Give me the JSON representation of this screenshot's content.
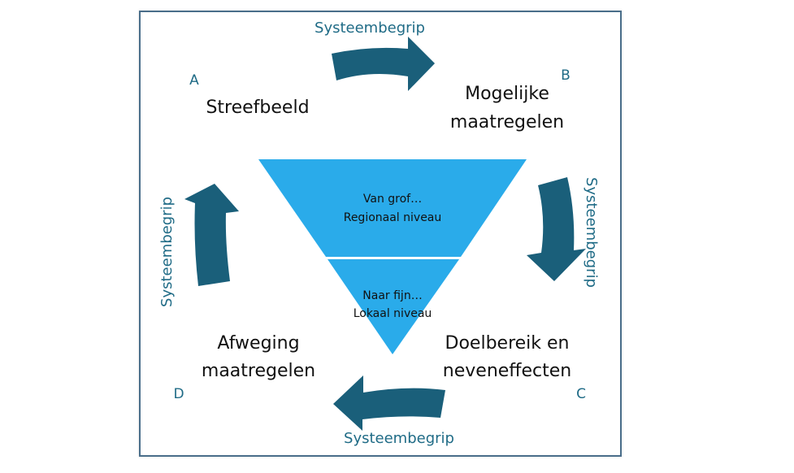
{
  "corners": {
    "a": "A",
    "b": "B",
    "c": "C",
    "d": "D"
  },
  "steps": {
    "a": [
      "Streefbeeld"
    ],
    "b": [
      "Mogelijke",
      "maatregelen"
    ],
    "c": [
      "Doelbereik en",
      "neveneffecten"
    ],
    "d": [
      "Afweging",
      "maatregelen"
    ]
  },
  "arrow_labels": {
    "top": "Systeembegrip",
    "right": "Systeembegrip",
    "bottom": "Systeembegrip",
    "left": "Systeembegrip"
  },
  "funnel": {
    "upper": [
      "Van grof…",
      "Regionaal niveau"
    ],
    "lower": [
      "Naar fijn…",
      "Lokaal niveau"
    ]
  },
  "colors": {
    "arrow": "#1a5f7a",
    "funnel_fill": "#2aabea",
    "accent_text": "#1f6b86",
    "frame_border": "#4a6e8a"
  }
}
